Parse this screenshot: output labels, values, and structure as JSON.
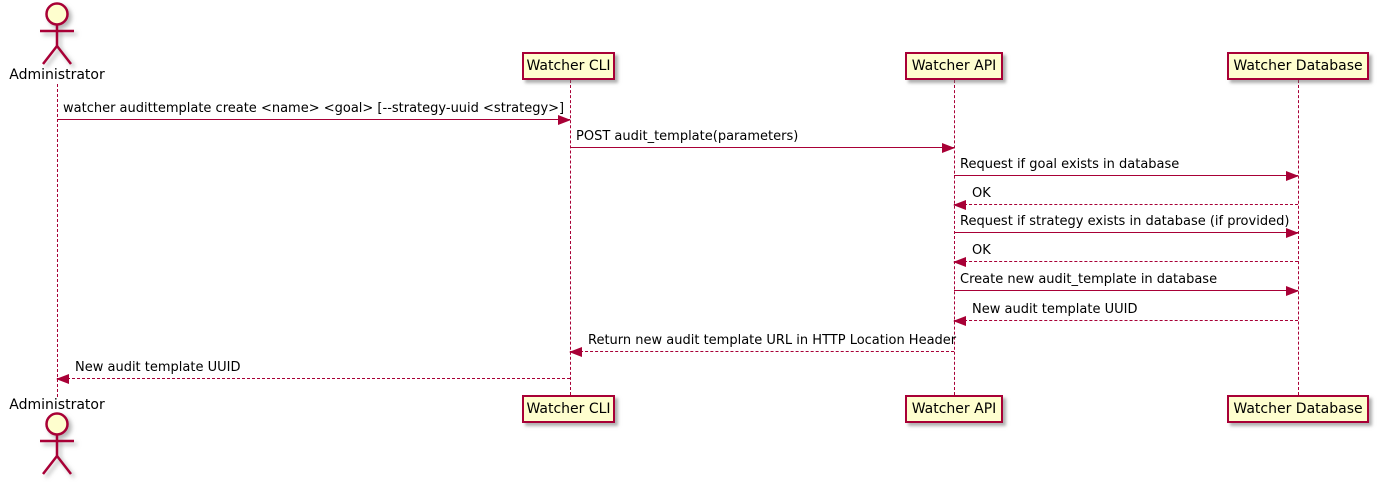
{
  "diagram": {
    "type": "uml-sequence-diagram",
    "actor": {
      "label": "Administrator"
    },
    "participants": [
      {
        "id": "cli",
        "label": "Watcher CLI"
      },
      {
        "id": "api",
        "label": "Watcher API"
      },
      {
        "id": "db",
        "label": "Watcher Database"
      }
    ],
    "colors": {
      "stroke": "#A80036",
      "participant_fill": "#FEFECE",
      "text": "#000000",
      "background": "#FFFFFF"
    },
    "messages": [
      {
        "from": "admin",
        "to": "cli",
        "style": "solid",
        "label": "watcher audittemplate create <name> <goal> [--strategy-uuid <strategy>]"
      },
      {
        "from": "cli",
        "to": "api",
        "style": "solid",
        "label": "POST audit_template(parameters)"
      },
      {
        "from": "api",
        "to": "db",
        "style": "solid",
        "label": "Request if goal exists in database"
      },
      {
        "from": "db",
        "to": "api",
        "style": "dotted",
        "label": "OK"
      },
      {
        "from": "api",
        "to": "db",
        "style": "solid",
        "label": "Request if strategy exists in database (if provided)"
      },
      {
        "from": "db",
        "to": "api",
        "style": "dotted",
        "label": "OK"
      },
      {
        "from": "api",
        "to": "db",
        "style": "solid",
        "label": "Create new audit_template in database"
      },
      {
        "from": "db",
        "to": "api",
        "style": "dotted",
        "label": "New audit template UUID"
      },
      {
        "from": "api",
        "to": "cli",
        "style": "dotted",
        "label": "Return new audit template URL in HTTP Location Header"
      },
      {
        "from": "cli",
        "to": "admin",
        "style": "dotted",
        "label": "New audit template UUID"
      }
    ]
  }
}
